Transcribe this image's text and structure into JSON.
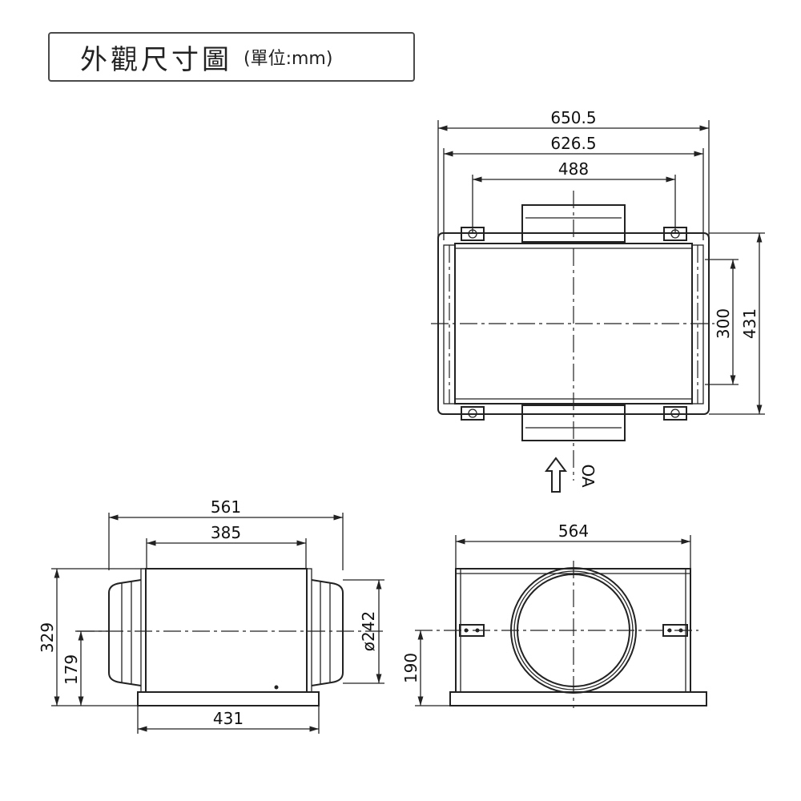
{
  "title": {
    "main": "外觀尺寸圖",
    "unit": "(單位:mm)"
  },
  "top_view": {
    "dim_650": "650.5",
    "dim_626": "626.5",
    "dim_488": "488",
    "dim_300": "300",
    "dim_431": "431",
    "airflow_label": "OA"
  },
  "side_view": {
    "dim_561": "561",
    "dim_385": "385",
    "dim_329": "329",
    "dim_179": "179",
    "dim_242": "ø242",
    "dim_431": "431"
  },
  "front_view": {
    "dim_564": "564",
    "dim_190": "190"
  }
}
